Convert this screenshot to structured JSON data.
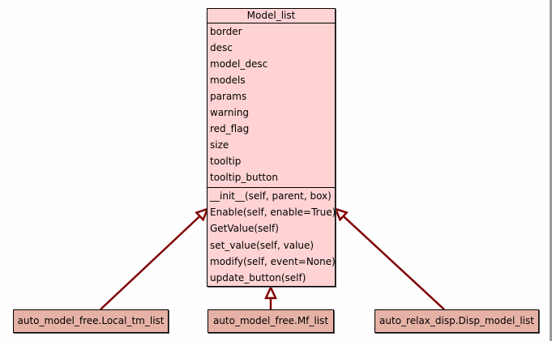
{
  "diagram": {
    "type": "uml-class-inheritance",
    "colors": {
      "base_class_fill": "#ffd3d3",
      "subclass_fill": "#e6b2a6",
      "edge": "#800000",
      "background": "#fdfefd"
    },
    "base_class": {
      "name": "Model_list",
      "attributes": [
        "border",
        "desc",
        "model_desc",
        "models",
        "params",
        "warning",
        "red_flag",
        "size",
        "tooltip",
        "tooltip_button"
      ],
      "methods": [
        "__init__(self, parent, box)",
        "Enable(self, enable=True)",
        "GetValue(self)",
        "set_value(self, value)",
        "modify(self, event=None)",
        "update_button(self)"
      ]
    },
    "subclasses": [
      {
        "name": "auto_model_free.Local_tm_list"
      },
      {
        "name": "auto_model_free.Mf_list"
      },
      {
        "name": "auto_relax_disp.Disp_model_list"
      }
    ],
    "edges": [
      {
        "from": "auto_model_free.Local_tm_list",
        "to": "Model_list",
        "kind": "inherits"
      },
      {
        "from": "auto_model_free.Mf_list",
        "to": "Model_list",
        "kind": "inherits"
      },
      {
        "from": "auto_relax_disp.Disp_model_list",
        "to": "Model_list",
        "kind": "inherits"
      }
    ]
  }
}
